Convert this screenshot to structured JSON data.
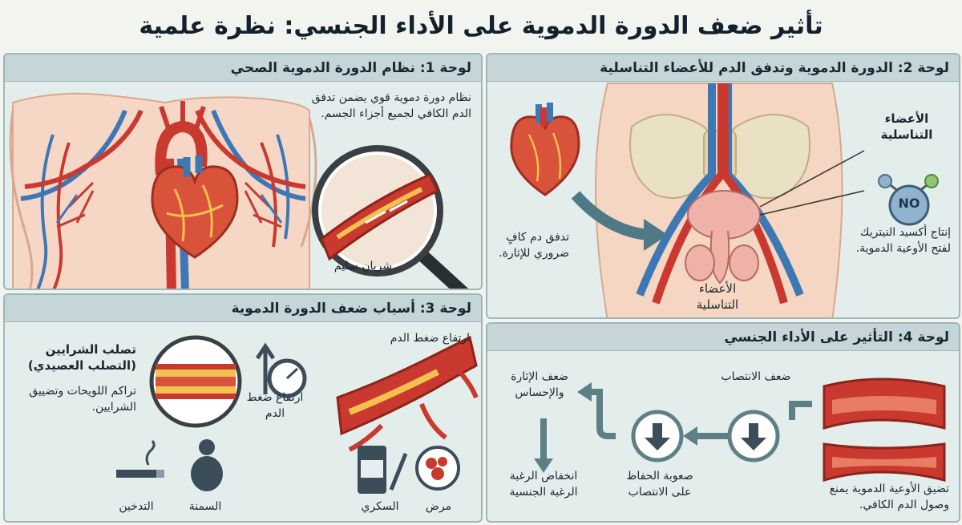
{
  "title": "تأثير ضعف الدورة الدموية على الأداء الجنسي: نظرة علمية",
  "panel1": {
    "header": "لوحة 1: نظام الدورة الدموية الصحي",
    "description": "نظام دورة دموية قوي يضمن تدفق الدم الكافي لجميع أجزاء الجسم.",
    "healthy_artery_label": "شريان سليم"
  },
  "panel2": {
    "header": "لوحة 2: الدورة الدموية وتدفق الدم للأعضاء التناسلية",
    "genitals_label_top": "الأعضاء التناسلية",
    "genitals_label_bottom": "الأعضاء التناسلية",
    "no_molecule": "NO",
    "no_description": "إنتاج أكسيد النيتريك لفتح الأوعية الدموية.",
    "blood_flow_description": "تدفق دم كافٍ ضروري للإثارة."
  },
  "panel3": {
    "header": "لوحة 3: أسباب ضعف الدورة الدموية",
    "atherosclerosis_title": "تصلب الشرايين (التصلب العصيدي)",
    "atherosclerosis_desc": "تراكم اللويحات وتضييق الشرايين.",
    "bp_gauge_label": "ارتفاع ضغط الدم",
    "high_bp_label": "ارتفاع ضغط الدم",
    "smoking_label": "التدخين",
    "obesity_label": "السمنة",
    "diabetes_label": "السكري",
    "disease_label": "مرض"
  },
  "panel4": {
    "header": "لوحة 4: التأثير على الأداء الجنسي",
    "weak_erection": "ضعف الانتصاب",
    "weak_arousal": "ضعف الإثارة والإحساس",
    "maintain_difficulty": "صعوبة الحفاظ على الانتصاب",
    "low_libido": "انخفاض الرغبة الرغبة الجنسية",
    "narrowing_desc": "تضيق الأوعية الدموية يمنع وصول الدم الكافي."
  },
  "colors": {
    "artery": "#c9392f",
    "vein": "#3d78b5",
    "heart": "#d9533a",
    "plaque": "#f2c14e",
    "panel_bg": "#e3edec",
    "panel_header": "#c4d6d8",
    "arrow": "#5f7f86",
    "icon_dark": "#3c4d5a"
  },
  "icons": [
    "magnifier-icon",
    "heart-icon",
    "no-molecule-icon",
    "gauge-icon",
    "cigarette-icon",
    "person-icon",
    "pill-bottle-icon",
    "blood-cells-icon",
    "down-arrow-icon"
  ]
}
